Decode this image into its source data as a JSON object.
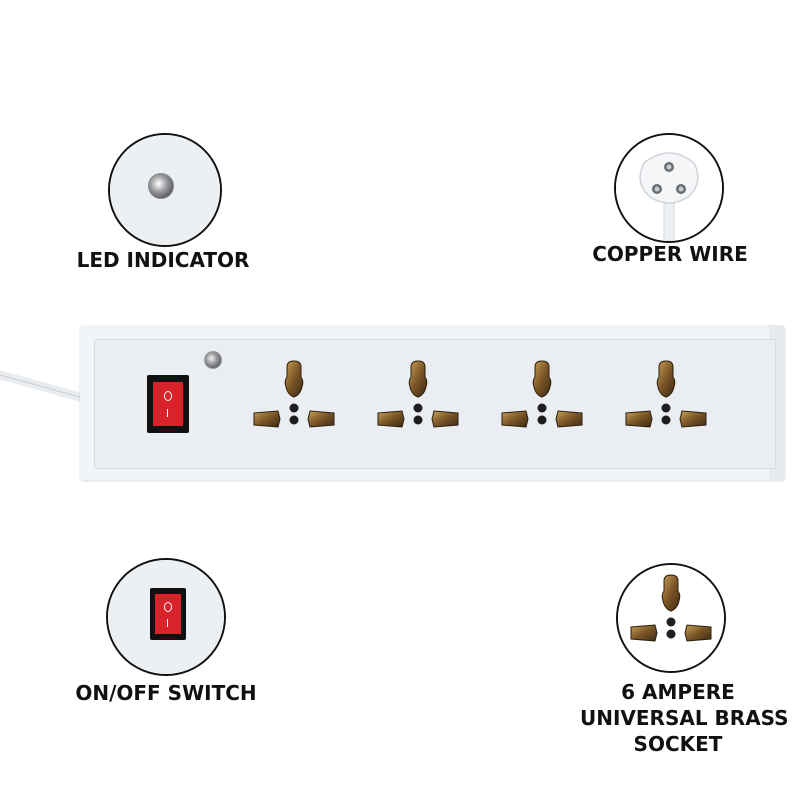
{
  "callouts": {
    "led": {
      "label": "LED INDICATOR",
      "icon": "led-indicator-icon"
    },
    "copper": {
      "label": "COPPER WIRE",
      "icon": "three-pin-plug-icon"
    },
    "switch": {
      "label": "ON/OFF SWITCH",
      "icon": "rocker-switch-icon"
    },
    "socket": {
      "label_lines": [
        "6 AMPERE",
        "UNIVERSAL BRASS",
        "SOCKET"
      ],
      "icon": "universal-socket-icon"
    }
  },
  "colors": {
    "switch_red": "#d8232a",
    "brass": "#8a6530",
    "strip_white": "#f2f5f8",
    "outline": "#111111"
  }
}
